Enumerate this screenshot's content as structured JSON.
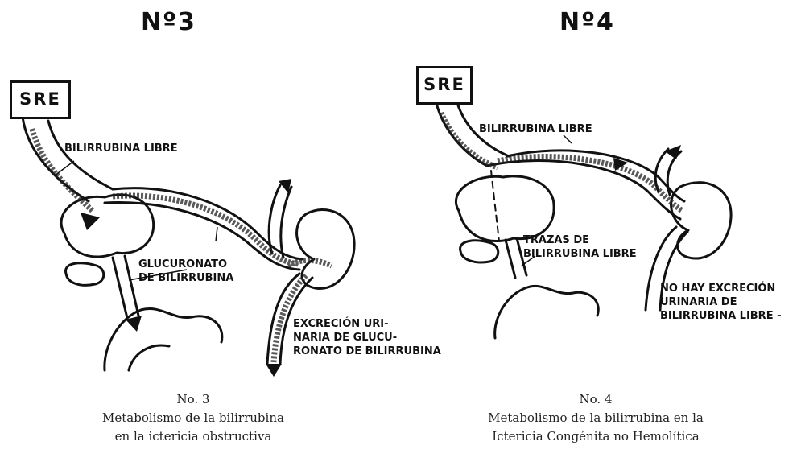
{
  "panels": [
    {
      "header": "Nº3",
      "box": "SRE",
      "labels": {
        "libre": "BILIRRUBINA LIBRE",
        "gluc": "GLUCURONATO\nDE BILIRRUBINA",
        "excr": "EXCRECIÓN URI-\nNARIA DE GLUCU-\nRONATO DE BILIRRUBINA"
      },
      "caption": {
        "number": "No. 3",
        "line1": "Metabolismo de la bilirrubina",
        "line2": "en la ictericia obstructiva"
      }
    },
    {
      "header": "Nº4",
      "box": "SRE",
      "labels": {
        "libre": "BILIRRUBINA LIBRE",
        "trazas": "TRAZAS DE\nBILIRRUBINA LIBRE",
        "noexcr": "NO HAY EXCRECIÓN\nURINARIA DE\nBILIRRUBINA LIBRE -"
      },
      "caption": {
        "number": "No. 4",
        "line1": "Metabolismo de la bilirrubina en la",
        "line2": "Ictericia Congénita no Hemolítica"
      }
    }
  ]
}
